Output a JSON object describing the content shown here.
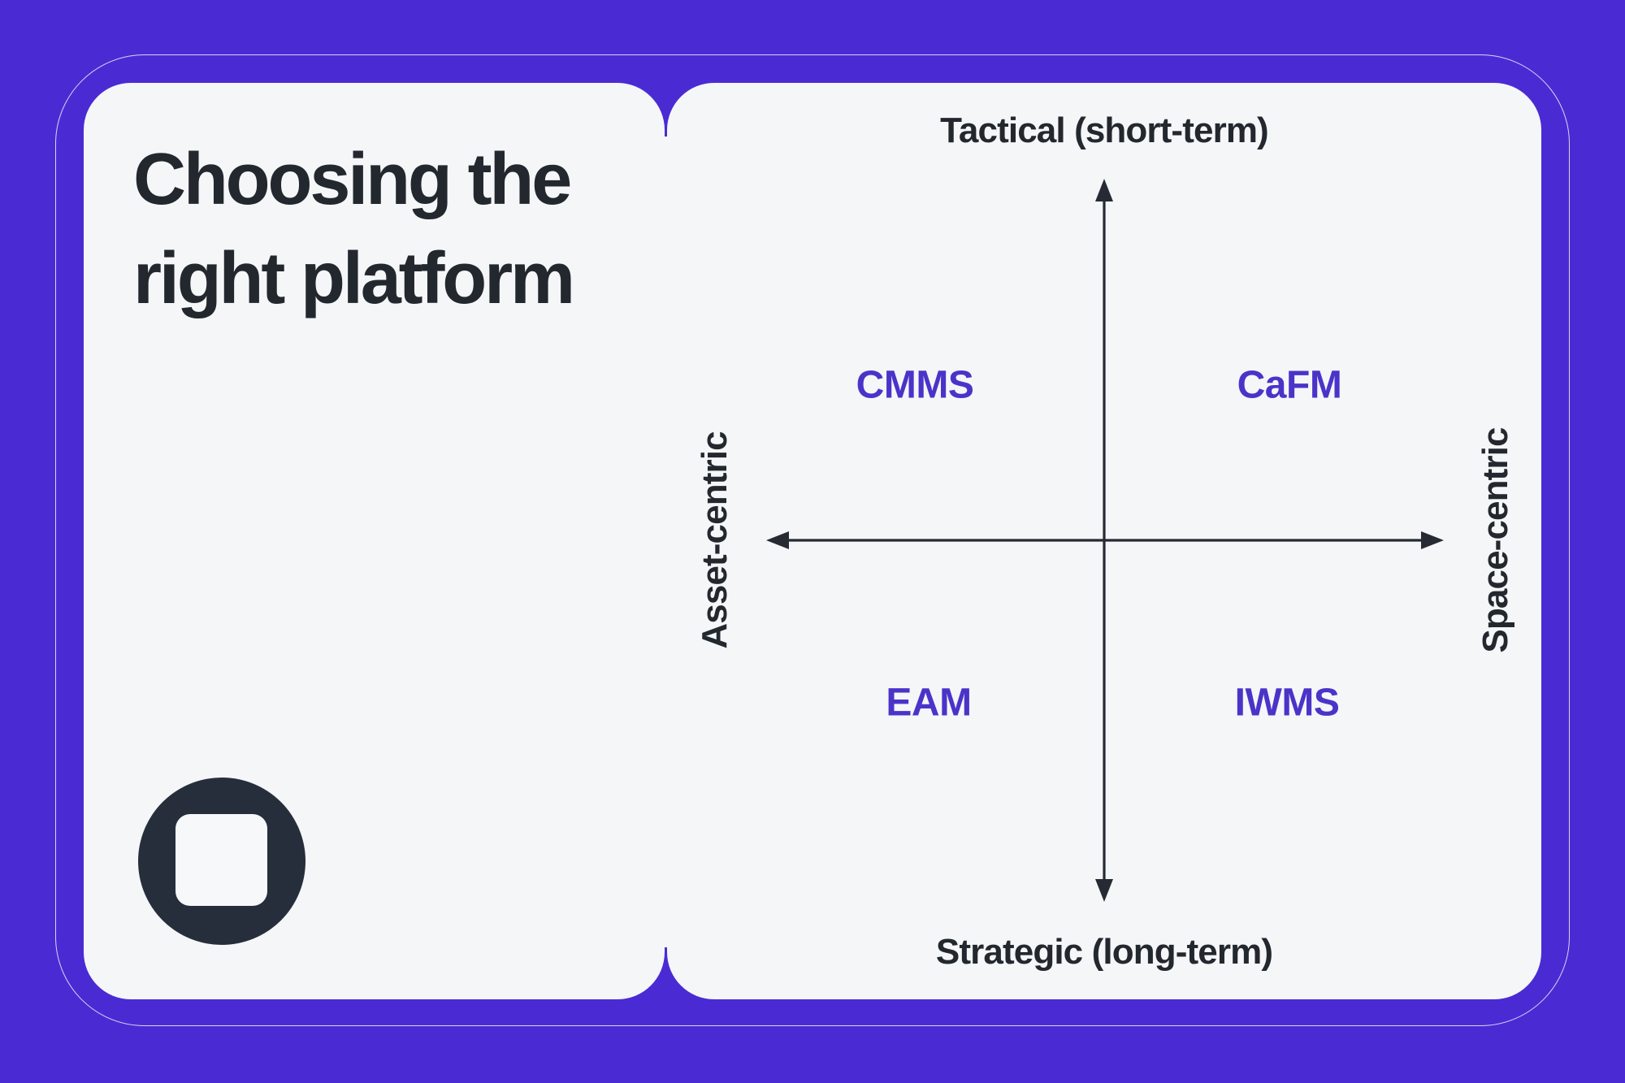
{
  "colors": {
    "purple_bg": "#4A2BD3",
    "card_bg": "#F4F6F8",
    "dark_text": "#23272E",
    "quadrant_text": "#4B33C9",
    "axis_color": "#262B33",
    "logo_navy": "#272E3B"
  },
  "left_panel": {
    "title_line1": "Choosing the",
    "title_line2": "right platform",
    "logo_icon": "circle-with-rounded-square-logo"
  },
  "matrix": {
    "axis_top": "Tactical (short-term)",
    "axis_bottom": "Strategic (long-term)",
    "axis_left": "Asset-centric",
    "axis_right": "Space-centric",
    "quadrants": {
      "top_left": "CMMS",
      "top_right": "CaFM",
      "bottom_left": "EAM",
      "bottom_right": "IWMS"
    }
  }
}
